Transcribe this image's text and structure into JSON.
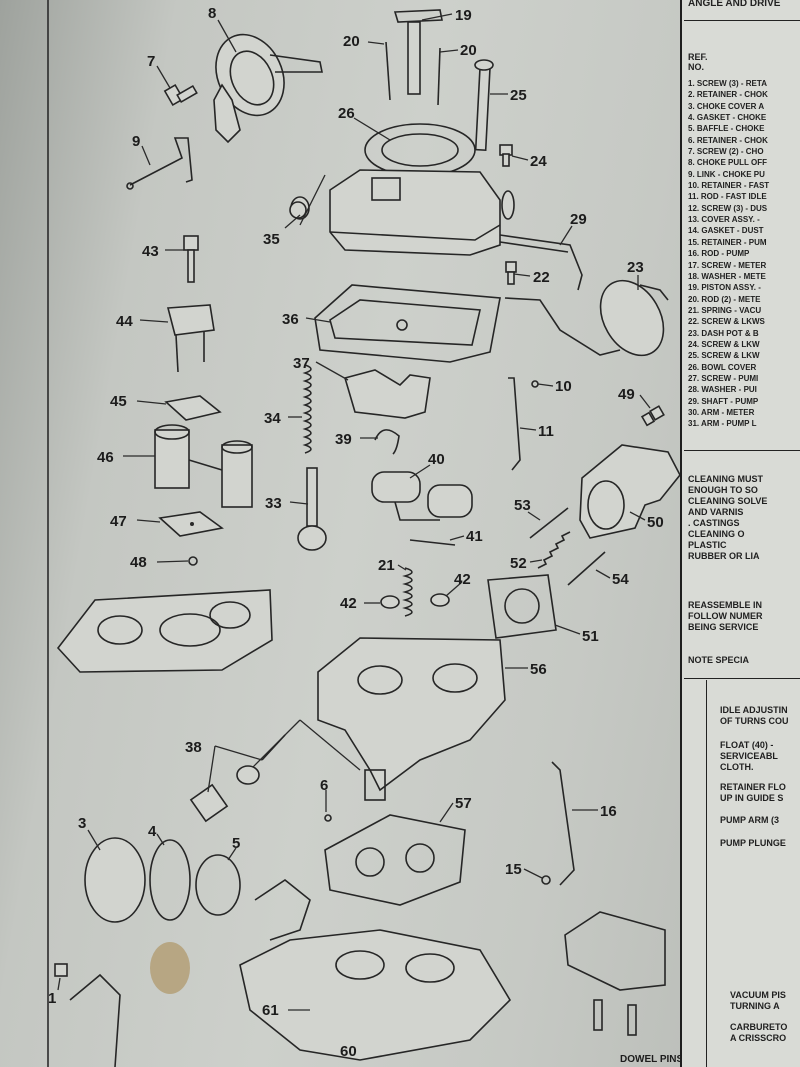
{
  "callouts": [
    {
      "id": "c8",
      "text": "8"
    },
    {
      "id": "c19",
      "text": "19"
    },
    {
      "id": "c20a",
      "text": "20"
    },
    {
      "id": "c20b",
      "text": "20"
    },
    {
      "id": "c7",
      "text": "7"
    },
    {
      "id": "c25",
      "text": "25"
    },
    {
      "id": "c26",
      "text": "26"
    },
    {
      "id": "c9",
      "text": "9"
    },
    {
      "id": "c24",
      "text": "24"
    },
    {
      "id": "c35",
      "text": "35"
    },
    {
      "id": "c29",
      "text": "29"
    },
    {
      "id": "c43",
      "text": "43"
    },
    {
      "id": "c22",
      "text": "22"
    },
    {
      "id": "c23",
      "text": "23"
    },
    {
      "id": "c44",
      "text": "44"
    },
    {
      "id": "c36",
      "text": "36"
    },
    {
      "id": "c37",
      "text": "37"
    },
    {
      "id": "c10",
      "text": "10"
    },
    {
      "id": "c49",
      "text": "49"
    },
    {
      "id": "c45",
      "text": "45"
    },
    {
      "id": "c34",
      "text": "34"
    },
    {
      "id": "c39",
      "text": "39"
    },
    {
      "id": "c11",
      "text": "11"
    },
    {
      "id": "c46",
      "text": "46"
    },
    {
      "id": "c40",
      "text": "40"
    },
    {
      "id": "c33",
      "text": "33"
    },
    {
      "id": "c53",
      "text": "53"
    },
    {
      "id": "c50",
      "text": "50"
    },
    {
      "id": "c47",
      "text": "47"
    },
    {
      "id": "c41",
      "text": "41"
    },
    {
      "id": "c52",
      "text": "52"
    },
    {
      "id": "c48",
      "text": "48"
    },
    {
      "id": "c21",
      "text": "21"
    },
    {
      "id": "c54",
      "text": "54"
    },
    {
      "id": "c42a",
      "text": "42"
    },
    {
      "id": "c42b",
      "text": "42"
    },
    {
      "id": "c51",
      "text": "51"
    },
    {
      "id": "c56",
      "text": "56"
    },
    {
      "id": "c38",
      "text": "38"
    },
    {
      "id": "c6",
      "text": "6"
    },
    {
      "id": "c16",
      "text": "16"
    },
    {
      "id": "c57",
      "text": "57"
    },
    {
      "id": "c3",
      "text": "3"
    },
    {
      "id": "c4",
      "text": "4"
    },
    {
      "id": "c5",
      "text": "5"
    },
    {
      "id": "c15",
      "text": "15"
    },
    {
      "id": "c1",
      "text": "1"
    },
    {
      "id": "c61",
      "text": "61"
    },
    {
      "id": "c60",
      "text": "60"
    }
  ],
  "dowel_pins_label": "DOWEL PINS",
  "panel": {
    "header": "ANGLE AND DRIVE",
    "ref_label_1": "REF.",
    "ref_label_2": "NO.",
    "parts": [
      "1. SCREW (3) - RETA",
      "2. RETAINER - CHOK",
      "3. CHOKE COVER A",
      "4. GASKET - CHOKE",
      "5. BAFFLE - CHOKE",
      "6. RETAINER - CHOK",
      "7. SCREW (2) - CHO",
      "8. CHOKE PULL OFF",
      "9. LINK - CHOKE PU",
      "10. RETAINER - FAST",
      "11. ROD - FAST IDLE",
      "12. SCREW (3) - DUS",
      "13. COVER ASSY. -",
      "14. GASKET - DUST",
      "15. RETAINER - PUM",
      "16. ROD - PUMP",
      "17. SCREW - METER",
      "18. WASHER - METE",
      "19. PISTON ASSY. -",
      "20. ROD (2) - METE",
      "21. SPRING - VACU",
      "22. SCREW & LKWS",
      "23. DASH POT & B",
      "24. SCREW & LKW",
      "25. SCREW & LKW",
      "26. BOWL COVER",
      "27. SCREW - PUMI",
      "28. WASHER - PUI",
      "29. SHAFT - PUMP",
      "30. ARM - METER",
      "31. ARM - PUMP L"
    ],
    "cleaning_text": "CLEANING MUST\nENOUGH TO SO\nCLEANING SOLVE\nAND VARNIS\n. CASTINGS\nCLEANING O\nPLASTIC\nRUBBER OR LIA",
    "reassemble_text": "REASSEMBLE IN\nFOLLOW NUMER\nBEING SERVICE",
    "note_special": "NOTE SPECIA",
    "idle_text": "IDLE ADJUSTIN\nOF TURNS COU",
    "float_text": "FLOAT (40) -\nSERVICEABL\nCLOTH.",
    "retainer_text": "RETAINER FLO\nUP IN GUIDE S",
    "pump_arm_text": "PUMP ARM (3",
    "pump_plunger_text": "PUMP PLUNGE",
    "vacuum_text": "VACUUM PIS\nTURNING A",
    "carb_text": "CARBURETO\nA CRISSCRO"
  }
}
